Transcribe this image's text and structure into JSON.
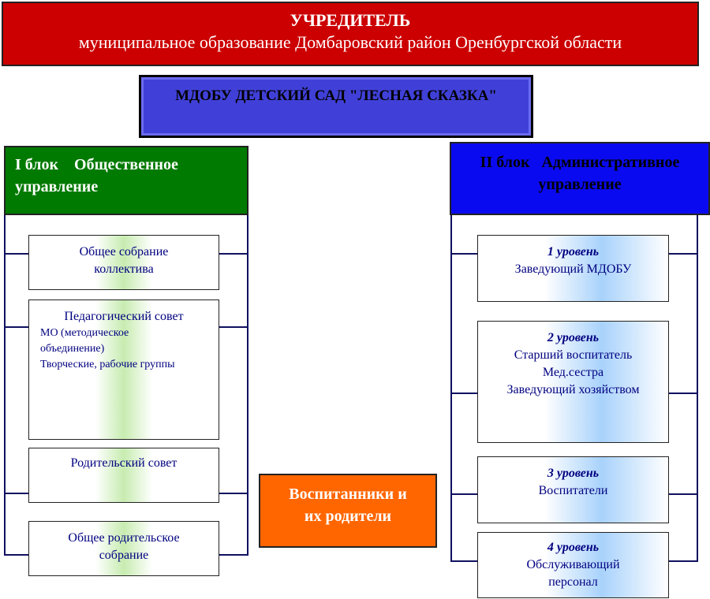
{
  "founder": {
    "title": "УЧРЕДИТЕЛЬ",
    "subtitle": "муниципальное  образование  Домбаровский район Оренбургской области"
  },
  "institution": {
    "name": "МДОБУ ДЕТСКИЙ САД \"ЛЕСНАЯ СКАЗКА\""
  },
  "block1": {
    "title_line1": "I блок    Общественное",
    "title_line2": "управление",
    "items": [
      {
        "line1": "Общее собрание",
        "line2": "коллектива"
      },
      {
        "line1": "Педагогический совет",
        "sub1": "МО (методическое",
        "sub2": "объединение)",
        "sub3": "Творческие, рабочие группы"
      },
      {
        "line1": "Родительский совет"
      },
      {
        "line1": "Общее родительское",
        "line2": "собрание"
      }
    ]
  },
  "block2": {
    "title_line1": "II блок   Административное",
    "title_line2": "управление",
    "levels": [
      {
        "level": "1 уровень",
        "line1": "Заведующий МДОБУ"
      },
      {
        "level": "2 уровень",
        "line1": "Старший воспитатель",
        "line2": "Мед.сестра",
        "line3": "Заведующий хозяйством"
      },
      {
        "level": "3 уровень",
        "line1": "Воспитатели"
      },
      {
        "level": "4 уровень",
        "line1": "Обслуживающий",
        "line2": "персонал"
      }
    ]
  },
  "center": {
    "line1": "Воспитанники и",
    "line2": "их родители"
  }
}
